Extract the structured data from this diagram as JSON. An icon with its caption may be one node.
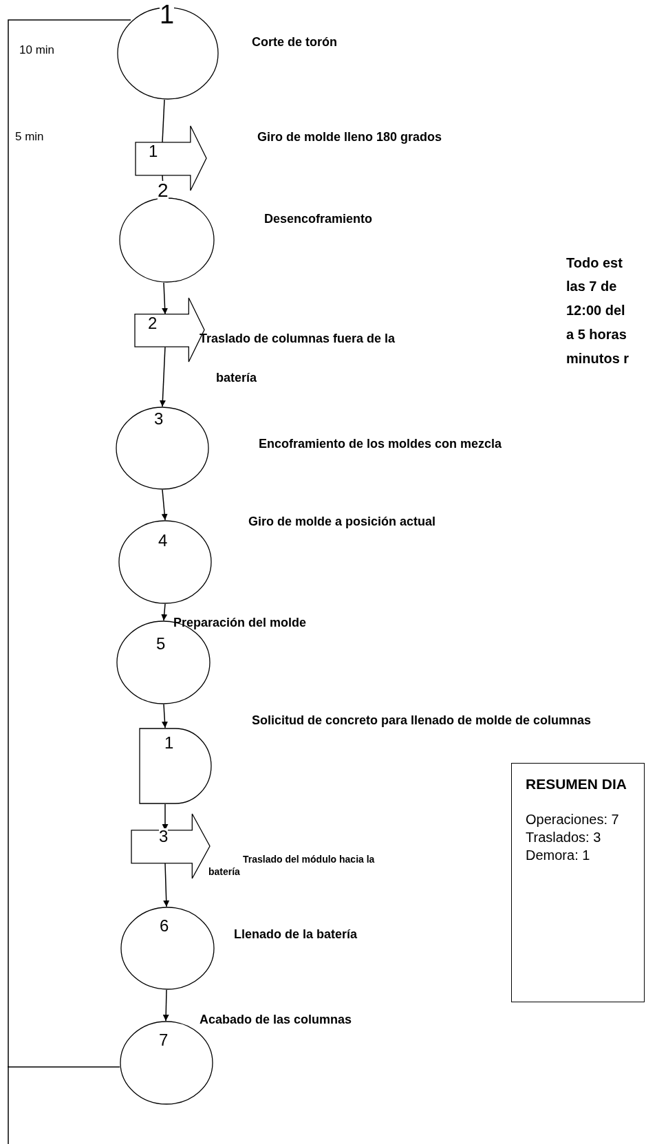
{
  "diagram": {
    "nodes": [
      {
        "text": [
          "1"
        ],
        "beside": [
          "Corte de torón"
        ]
      },
      {
        "text": [
          "1"
        ]
      },
      {
        "text": [
          "2"
        ]
      },
      {
        "text": [
          "2"
        ],
        "beside": [
          "Traslado de columnas fuera de la batería"
        ]
      },
      {
        "text": [
          "3"
        ]
      },
      {
        "text": [
          "4"
        ],
        "beside": [
          "Giro de molde a posición actual"
        ]
      },
      {
        "text": [
          "5"
        ],
        "beside": [
          "Preparación del molde"
        ]
      },
      {
        "text": [
          "1"
        ],
        "beside": [
          "Solicitud de concreto para llenado de molde de columnas"
        ]
      },
      {
        "text": [
          "3"
        ],
        "beside": [
          "Traslado del módulo hacia la batería"
        ]
      },
      {
        "text": [
          "6"
        ],
        "beside": [
          "Llenado de la batería"
        ]
      },
      {
        "text": [
          "7"
        ],
        "beside": [
          "Acabado de las columnas"
        ]
      },
      {
        "text": [
          "RESUMEN DIA",
          "Operaciones: 7",
          "Traslados: 3",
          "Demora: 1"
        ]
      }
    ],
    "edges": [
      {
        "from": 0,
        "to": 1,
        "arrow": "none"
      },
      {
        "from": 1,
        "to": 2,
        "arrow": "to"
      },
      {
        "from": 2,
        "to": 3,
        "arrow": "to"
      },
      {
        "from": 3,
        "to": 4,
        "arrow": "to"
      },
      {
        "from": 4,
        "to": 5,
        "arrow": "to"
      },
      {
        "from": 5,
        "to": 6,
        "arrow": "to"
      },
      {
        "from": 6,
        "to": 7,
        "arrow": "to"
      },
      {
        "from": 7,
        "to": 8,
        "arrow": "to"
      },
      {
        "from": 8,
        "to": 9,
        "arrow": "to"
      },
      {
        "from": 9,
        "to": 10,
        "arrow": "to"
      },
      {
        "from": 10,
        "to": 0,
        "arrow": "none"
      }
    ],
    "labels": [
      "10 min",
      "5 min",
      "Giro de molde lleno 180 grados",
      "Desencoframiento",
      "Todo est",
      "las 7 de",
      "12:00 del",
      "a 5 horas",
      "minutos r",
      "Encoframiento de los moldes con mezcla"
    ]
  }
}
